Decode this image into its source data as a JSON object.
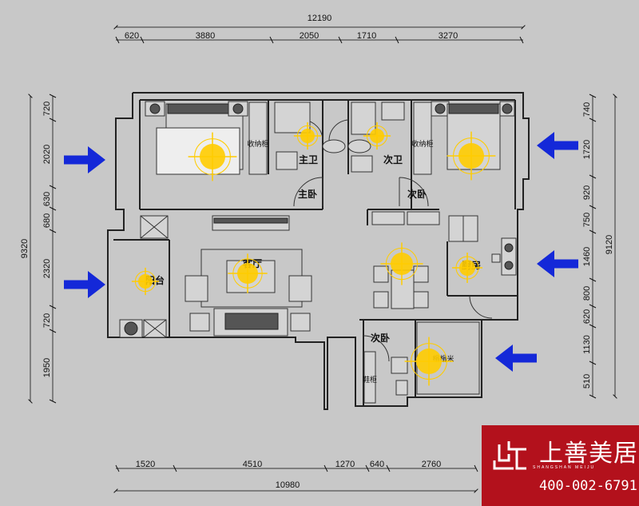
{
  "dimensions": {
    "top_total": "12190",
    "top_segments": [
      "620",
      "3880",
      "2050",
      "1710",
      "3270"
    ],
    "bottom_total": "10980",
    "bottom_segments": [
      "1520",
      "4510",
      "1270",
      "640",
      "2760"
    ],
    "left_total": "9320",
    "left_segments": [
      "720",
      "2020",
      "630",
      "680",
      "2320",
      "720",
      "1950"
    ],
    "right_total": "9120",
    "right_segments": [
      "740",
      "1720",
      "920",
      "750",
      "1460",
      "800",
      "620",
      "1130",
      "510"
    ]
  },
  "rooms": {
    "master_bath": "主卫",
    "second_bath": "次卫",
    "master_bedroom": "主卧",
    "second_bedroom_top": "次卧",
    "living_room": "客厅",
    "balcony": "阳台",
    "kitchen": "厨房",
    "second_bedroom_bottom": "次卧"
  },
  "labels": {
    "storage_left": "收纳柜",
    "storage_right": "收纳柜",
    "shoe_cabinet": "鞋柜",
    "tatami": "榻榻米"
  },
  "brand": {
    "name": "上善美居",
    "pinyin": "SHANGSHAN MEIJU",
    "phone": "400-002-6791",
    "color": "#b3111c"
  },
  "colors": {
    "arrow": "#1428d8",
    "light": "#ffcc00"
  }
}
